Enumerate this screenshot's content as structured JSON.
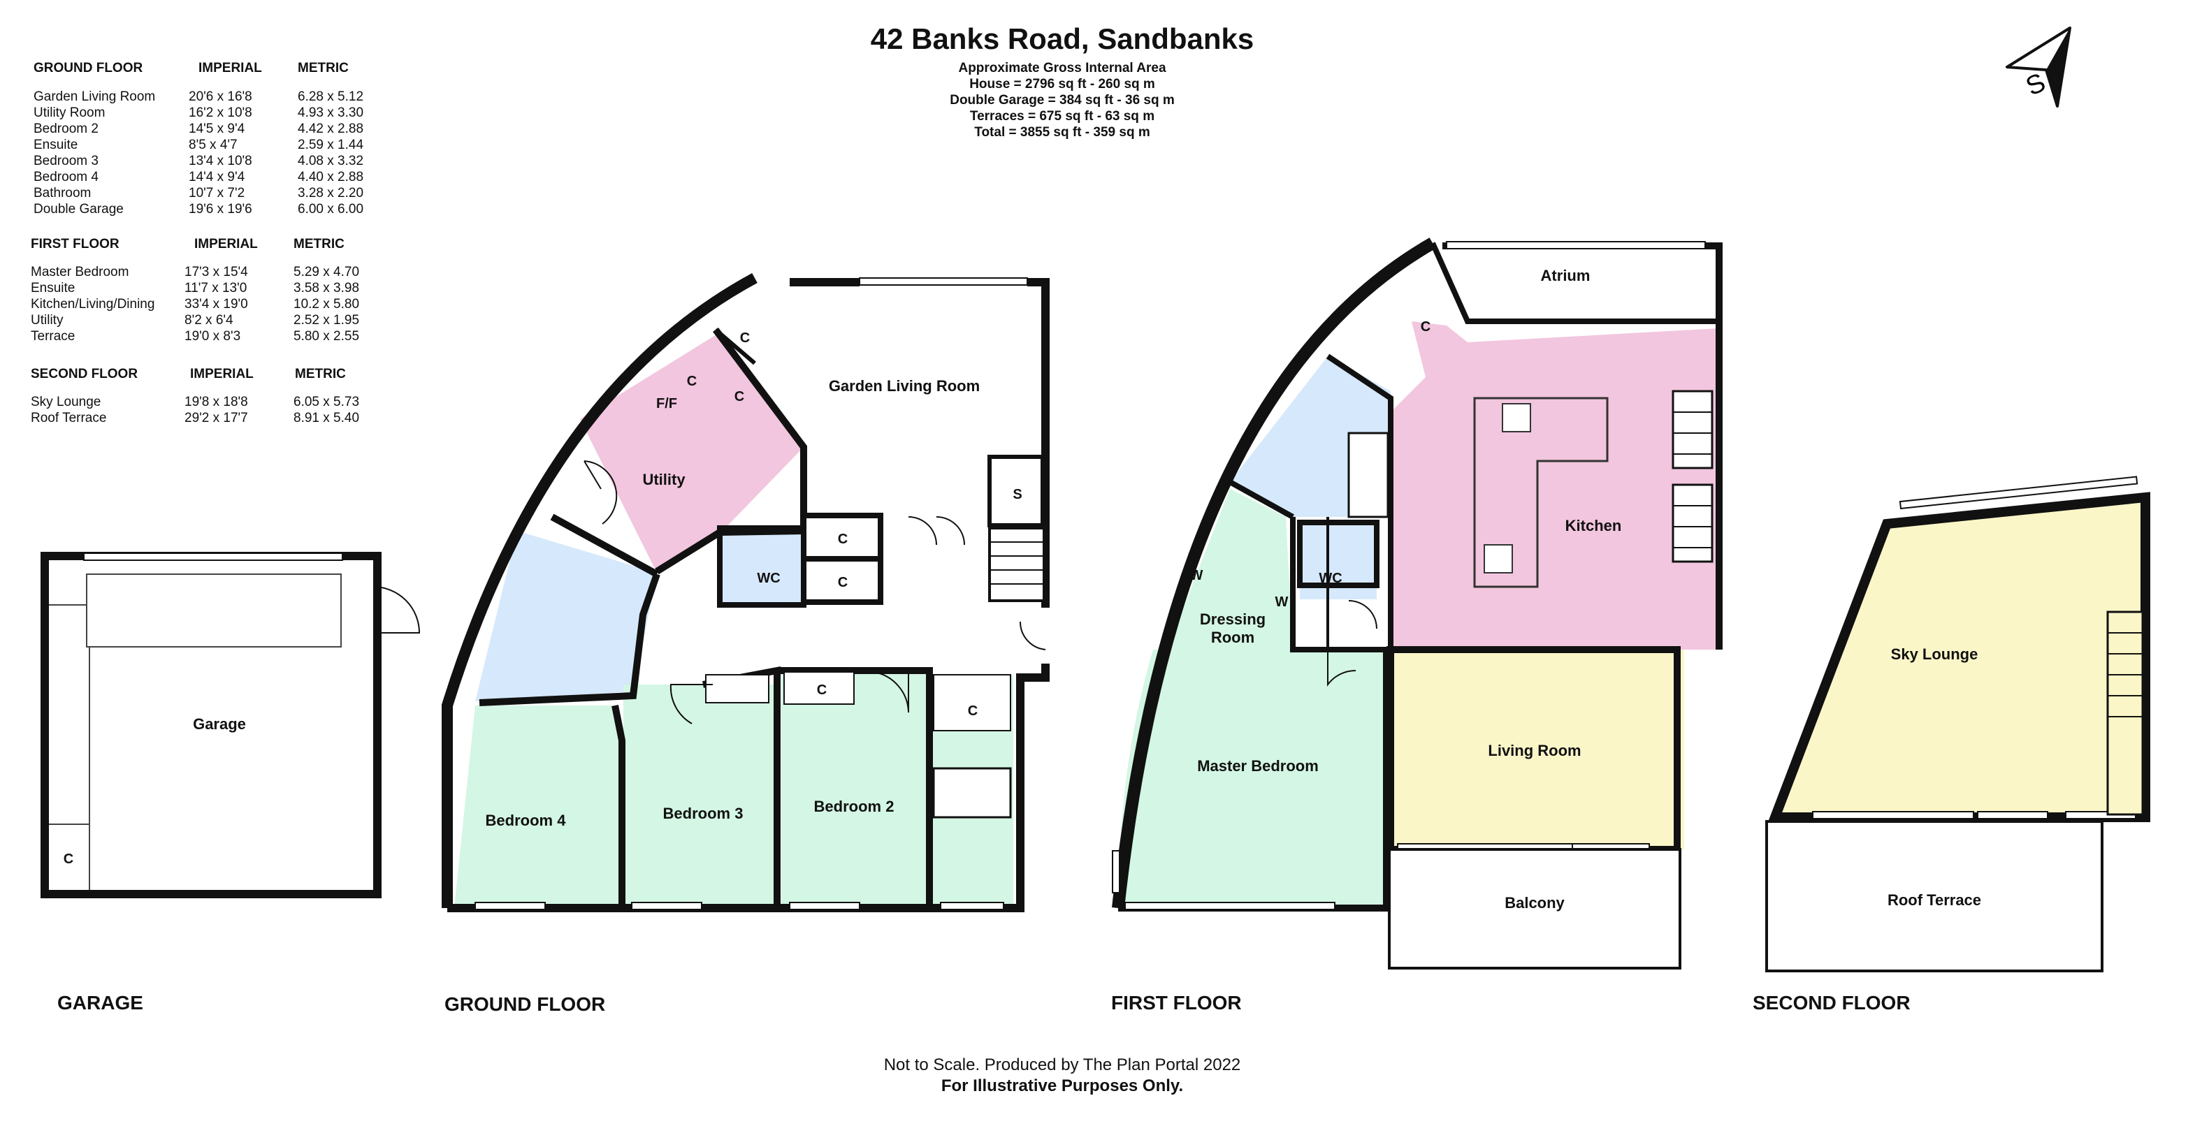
{
  "title": "42 Banks Road, Sandbanks",
  "areas": {
    "heading": "Approximate Gross Internal Area",
    "house": "House = 2796 sq ft - 260 sq m",
    "garage": "Double Garage = 384 sq ft - 36 sq m",
    "terraces": "Terraces = 675 sq ft - 63 sq m",
    "total": "Total = 3855 sq ft - 359 sq m"
  },
  "schedule": {
    "imperial_hdr": "IMPERIAL",
    "metric_hdr": "METRIC",
    "ground": {
      "heading": "GROUND FLOOR",
      "rows": [
        {
          "name": "Garden Living Room",
          "imperial": "20'6 x 16'8",
          "metric": "6.28 x 5.12"
        },
        {
          "name": "Utility Room",
          "imperial": "16'2 x 10'8",
          "metric": "4.93 x 3.30"
        },
        {
          "name": "Bedroom 2",
          "imperial": "14'5 x 9'4",
          "metric": "4.42 x 2.88"
        },
        {
          "name": "Ensuite",
          "imperial": "8'5 x 4'7",
          "metric": "2.59 x 1.44"
        },
        {
          "name": "Bedroom 3",
          "imperial": "13'4 x 10'8",
          "metric": "4.08 x 3.32"
        },
        {
          "name": "Bedroom 4",
          "imperial": "14'4 x 9'4",
          "metric": "4.40 x 2.88"
        },
        {
          "name": "Bathroom",
          "imperial": "10'7 x 7'2",
          "metric": "3.28 x 2.20"
        },
        {
          "name": "Double Garage",
          "imperial": "19'6 x 19'6",
          "metric": "6.00 x 6.00"
        }
      ]
    },
    "first": {
      "heading": "FIRST FLOOR",
      "rows": [
        {
          "name": "Master Bedroom",
          "imperial": "17'3 x 15'4",
          "metric": "5.29 x 4.70"
        },
        {
          "name": "Ensuite",
          "imperial": "11'7 x 13'0",
          "metric": "3.58 x 3.98"
        },
        {
          "name": "Kitchen/Living/Dining",
          "imperial": "33'4 x 19'0",
          "metric": "10.2 x 5.80"
        },
        {
          "name": "Utility",
          "imperial": "8'2 x 6'4",
          "metric": "2.52 x 1.95"
        },
        {
          "name": "Terrace",
          "imperial": "19'0 x 8'3",
          "metric": "5.80 x 2.55"
        }
      ]
    },
    "second": {
      "heading": "SECOND FLOOR",
      "rows": [
        {
          "name": "Sky Lounge",
          "imperial": "19'8 x 18'8",
          "metric": "6.05 x 5.73"
        },
        {
          "name": "Roof Terrace",
          "imperial": "29'2 x 17'7",
          "metric": "8.91 x 5.40"
        }
      ]
    }
  },
  "rooms": {
    "garage": "Garage",
    "garden_living_room": "Garden Living Room",
    "utility": "Utility",
    "ff": "F/F",
    "c": "C",
    "s": "S",
    "wc": "WC",
    "w": "W",
    "bedroom4": "Bedroom 4",
    "bedroom3": "Bedroom 3",
    "bedroom2": "Bedroom 2",
    "atrium": "Atrium",
    "kitchen": "Kitchen",
    "dressing1": "Dressing",
    "dressing2": "Room",
    "master_bedroom": "Master Bedroom",
    "living_room": "Living Room",
    "balcony": "Balcony",
    "sky_lounge": "Sky Lounge",
    "roof_terrace": "Roof Terrace"
  },
  "floors": {
    "garage": "GARAGE",
    "ground": "GROUND FLOOR",
    "first": "FIRST FLOOR",
    "second": "SECOND FLOOR"
  },
  "compass_letter": "S",
  "footer": {
    "line1": "Not to Scale. Produced by The Plan Portal 2022",
    "line2": "For Illustrative Purposes Only."
  },
  "colors": {
    "wall": "#111111",
    "pink": "#f2c6de",
    "blue": "#d6e8fb",
    "green": "#d4f6e4",
    "yellow": "#fbf6c8",
    "white": "#ffffff"
  }
}
